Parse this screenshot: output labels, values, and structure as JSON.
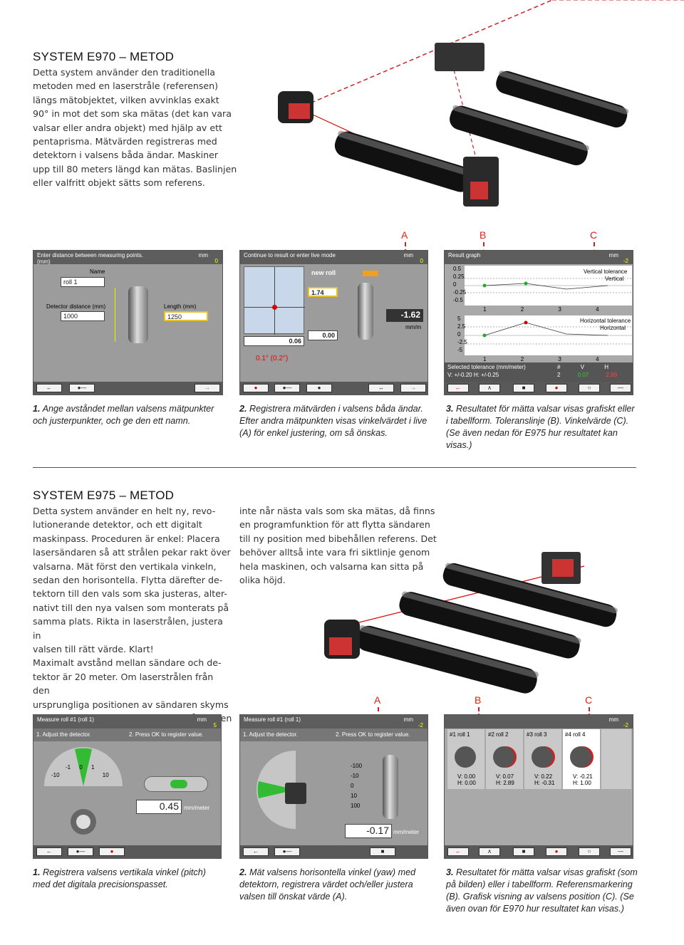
{
  "section1": {
    "heading": "SYSTEM E970 – METOD",
    "lines": [
      "Detta system använder den traditionella",
      "metoden med en laserstråle (referensen)",
      "längs mätobjektet, vilken avvinklas exakt",
      "90° in mot det som ska mätas (det kan vara",
      "valsar eller andra objekt) med hjälp av ett",
      "pentaprisma. Mätvärden registreras med",
      "detektorn i valsens båda ändar. Maskiner",
      "upp till 80 meters längd kan mätas. Baslinjen",
      "eller valfritt objekt sätts som referens."
    ],
    "labels": {
      "a": "A",
      "b": "B",
      "c": "C"
    },
    "screen1": {
      "title_line1": "Enter distance between measuring points.",
      "title_line2": "(mm)",
      "unit": "mm",
      "res": "0",
      "name_label": "Name",
      "name_value": "roll 1",
      "detector_label": "Detector distance (mm)",
      "detector_value": "1000",
      "length_label": "Length (mm)",
      "length_value": "1250"
    },
    "screen2": {
      "title": "Continue to result or enter live mode",
      "unit": "mm",
      "res": "0",
      "new_roll": "new roll",
      "value_top": "1.74",
      "value_left": "0.06",
      "value_mid": "0.00",
      "live_value": "-1.62",
      "live_unit": "mm/m",
      "angle": "0.1° (0.2°)"
    },
    "screen3": {
      "title": "Result graph",
      "unit": "mm",
      "res": "-2",
      "top_yticks": [
        "0.5",
        "0.25",
        "0",
        "-0.25",
        "-0.5"
      ],
      "bottom_yticks": [
        "5",
        "2.5",
        "0",
        "-2.5",
        "-5"
      ],
      "xticks": [
        "1",
        "2",
        "3",
        "4"
      ],
      "top_legend": "Vertical tolerance",
      "top_legend2": "Vertical",
      "bottom_legend": "Horizontal tolerance",
      "bottom_legend2": "Horizontal",
      "tol_title": "Selected tolerance (mm/meter)",
      "tol_values": "V: +/-0.20    H: +/-0.25",
      "table_headers": [
        "#",
        "V",
        "H"
      ],
      "table_row": [
        "2",
        "0.07",
        "2.89"
      ]
    },
    "captions": [
      {
        "num": "1.",
        "text": "Ange avståndet mellan valsens mätpunkter och justerpunkter, och ge den ett namn."
      },
      {
        "num": "2.",
        "text": "Registrera mätvärden i valsens båda ändar. Efter andra mätpunkten visas vinkelvärdet i live (A) för enkel justering, om så önskas."
      },
      {
        "num": "3.",
        "text": "Resultatet för mätta valsar visas grafiskt eller i tabellform. Toleranslinje (B). Vinkelvärde (C). (Se även nedan för E975 hur resultatet kan visas.)"
      }
    ]
  },
  "section2": {
    "heading": "SYSTEM E975 – METOD",
    "col1": [
      "Detta system använder en helt ny, revo-",
      "lutionerande detektor, och ett digitalt",
      "maskinpass. Proceduren är enkel: Placera",
      "lasersändaren så att strålen pekar rakt över",
      "valsarna. Mät först den vertikala vinkeln,",
      "sedan den horisontella. Flytta därefter de-",
      "tektorn till den vals som ska justeras, alter-",
      "nativt till den nya valsen som monterats på",
      "samma plats. Rikta in laserstrålen, justera in",
      "valsen till rätt värde. Klart!",
      "Maximalt avstånd mellan sändare och de-",
      "tektor är 20 meter. Om laserstrålen från den",
      "ursprungliga positionen av sändaren skyms",
      "av en vals eller annan maskindel, så att den"
    ],
    "col2": [
      "inte når nästa vals som ska mätas, då finns",
      "en programfunktion för att flytta sändaren",
      "till ny position med bibehållen referens. Det",
      "behöver alltså inte vara fri siktlinje genom",
      "hela maskinen, och valsarna kan sitta på",
      "olika höjd."
    ],
    "labels": {
      "a": "A",
      "b": "B",
      "c": "C"
    },
    "screen4": {
      "title": "Measure roll #1   (roll 1)",
      "unit": "mm",
      "res": "5",
      "step1": "1. Adjust the detector.",
      "step2": "2. Press OK to register value.",
      "ticks": [
        "-1",
        "0",
        "1",
        "-10",
        "10"
      ],
      "value": "0.45",
      "value_unit": "mm/meter"
    },
    "screen5": {
      "title": "Measure roll #1   (roll 1)",
      "unit": "mm",
      "res": "-2",
      "step1": "1. Adjust the detector.",
      "step2": "2. Press OK to register value.",
      "ticks": [
        "-100",
        "-10",
        "0",
        "10",
        "100"
      ],
      "value": "-0.17",
      "value_unit": "mm/meter"
    },
    "screen6": {
      "unit": "mm",
      "res": "-2",
      "rolls": [
        {
          "title": "#1 roll 1",
          "v": "V: 0.00",
          "h": "H: 0.00"
        },
        {
          "title": "#2 roll 2",
          "v": "V: 0.07",
          "h": "H: 2.89"
        },
        {
          "title": "#3 roll 3",
          "v": "V: 0.22",
          "h": "H: -0.31"
        },
        {
          "title": "#4 roll 4",
          "v": "V: -0.21",
          "h": "H: 1.00"
        }
      ]
    },
    "captions": [
      {
        "num": "1.",
        "text": "Registrera valsens vertikala vinkel (pitch) med det digitala precisionspasset."
      },
      {
        "num": "2.",
        "text": "Mät valsens horisontella vinkel (yaw) med detektorn, registrera värdet och/eller justera valsen till önskat värde (A)."
      },
      {
        "num": "3.",
        "text": "Resultatet för mätta valsar visas grafiskt (som på bilden) eller i tabellform. Referensmarkering (B). Grafisk visning av valsens position (C). (Se även ovan för E970 hur resultatet kan visas.)"
      }
    ]
  }
}
